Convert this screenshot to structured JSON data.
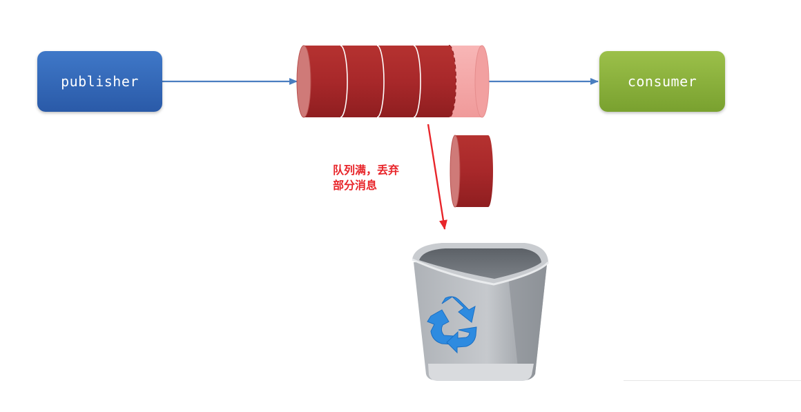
{
  "publisher": {
    "label": "publisher"
  },
  "consumer": {
    "label": "consumer"
  },
  "annotation": {
    "line1": "队列满，丢弃",
    "line2": "部分消息"
  },
  "queue": {
    "full_segments": 4,
    "overflow_segments": 1
  },
  "colors": {
    "publisher": "#2f65b5",
    "consumer": "#8db33c",
    "queue_message": "#a8282a",
    "queue_overflow": "#f4a3a3",
    "flow_arrow": "#4a7ec0",
    "drop_arrow": "#e8252a",
    "annotation_text": "#e8252a"
  },
  "icons": {
    "trash": "recycle-bin-icon",
    "recycle": "recycle-symbol-icon"
  }
}
